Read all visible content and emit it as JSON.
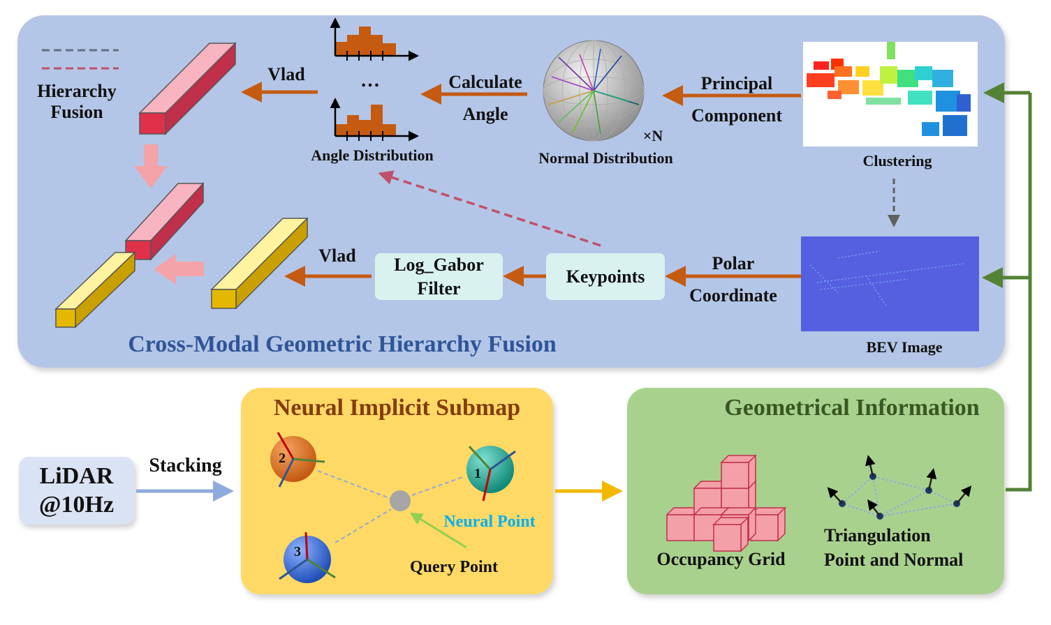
{
  "top_panel": {
    "title": "Cross-Modal Geometric Hierarchy Fusion",
    "hierarchy_fusion_label": "Hierarchy\nFusion",
    "vlad_top": "Vlad",
    "ellipsis": "…",
    "angle_distribution": "Angle Distribution",
    "calculate_angle": "Calculate\nAngle",
    "times_n": "×N",
    "normal_distribution": "Normal Distribution",
    "principal_component": "Principal\nComponent",
    "clustering": "Clustering",
    "bev_image": "BEV Image",
    "polar_coordinate": "Polar\nCoordinate",
    "keypoints": "Keypoints",
    "log_gabor": "Log_Gabor\nFilter",
    "vlad_bottom": "Vlad"
  },
  "lidar": {
    "label": "LiDAR\n@10Hz",
    "stacking": "Stacking"
  },
  "neural_panel": {
    "title": "Neural Implicit Submap",
    "point_1": "1",
    "point_2": "2",
    "point_3": "3",
    "neural_point": "Neural Point",
    "query_point": "Query Point"
  },
  "geo_panel": {
    "title": "Geometrical Information",
    "occupancy_grid": "Occupancy Grid",
    "triangulation": "Triangulation\nPoint and Normal"
  },
  "colors": {
    "top_panel_bg": "#b4c6e7",
    "title_blue": "#2f5597",
    "neural_bg": "#ffd966",
    "neural_title": "#843c0c",
    "geo_bg": "#a9d18e",
    "geo_title": "#385723",
    "orange_arrow": "#c55a11",
    "green_arrow": "#548235",
    "lidar_bg": "#dae3f3",
    "filter_box": "#d9f2f0",
    "neural_point_text": "#00b0f0"
  }
}
